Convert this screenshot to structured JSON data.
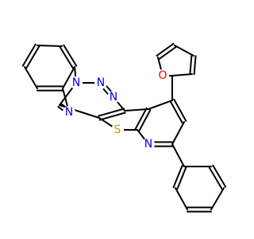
{
  "molecule": {
    "colors": {
      "bond": "#000000",
      "N": "#0000ff",
      "O": "#ff0000",
      "S": "#c8a000"
    },
    "atom_labels": {
      "N1": "N",
      "N2": "N",
      "N3": "N",
      "N4": "N",
      "N5": "N",
      "O1": "O",
      "S1": "S"
    }
  }
}
